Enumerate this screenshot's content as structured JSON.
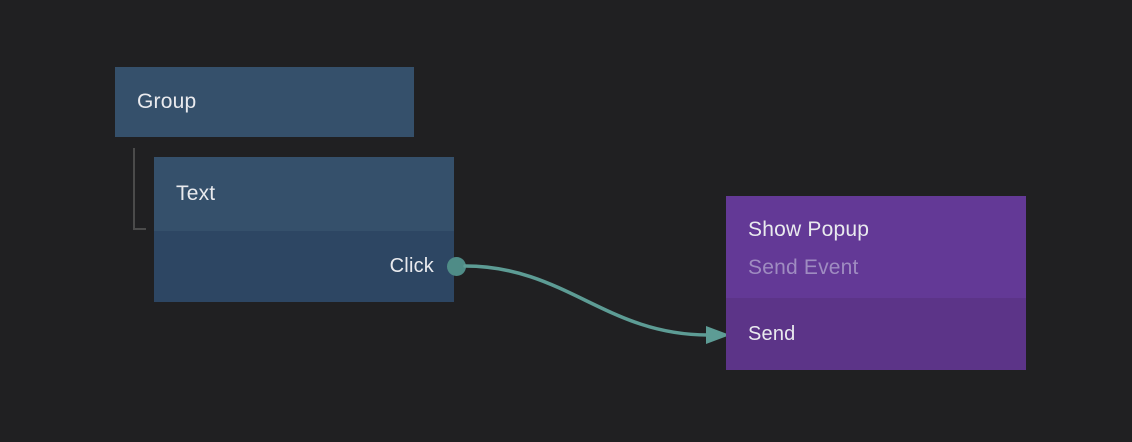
{
  "palette": {
    "canvas_bg": "#202022",
    "node_blue": "#35506b",
    "node_blue_dark": "#2d4663",
    "node_purple": "#633996",
    "node_purple_dark": "#5c3488",
    "connection_teal": "#5d9c95",
    "port_teal": "#4f8c87",
    "tree_line": "#4b4b4b",
    "text_primary": "#e9eaee",
    "text_muted_on_purple": "#9f8cc1"
  },
  "nodes": {
    "group": {
      "title": "Group"
    },
    "text": {
      "title": "Text",
      "output_port": {
        "label": "Click"
      }
    },
    "show_popup": {
      "title": "Show Popup",
      "subtitle": "Send Event",
      "input_port": {
        "label": "Send"
      }
    }
  },
  "connection": {
    "from_port": "Click",
    "to_port": "Send"
  }
}
